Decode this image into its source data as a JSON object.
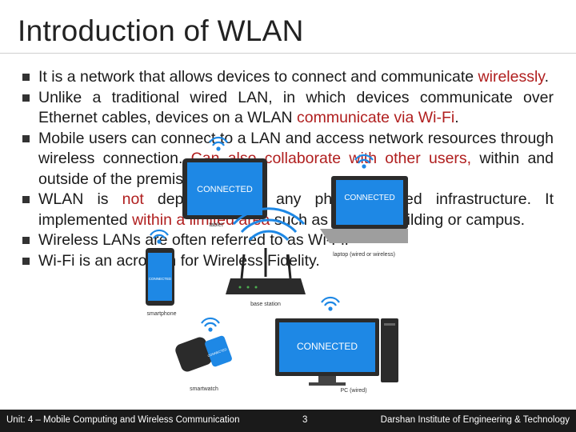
{
  "slide": {
    "title": "Introduction of WLAN"
  },
  "bullets": [
    {
      "parts": [
        "It is a network that allows devices to connect and communicate ",
        "wirelessly",
        "."
      ],
      "hl": [
        1
      ]
    },
    {
      "parts": [
        "Unlike a traditional wired LAN, in which devices communicate over Ethernet cables, devices on a WLAN ",
        "communicate via Wi-Fi",
        "."
      ],
      "hl": [
        1
      ]
    },
    {
      "parts": [
        "Mobile users can connect to a LAN and access network resources through wireless connection. ",
        "Can also collaborate with other users,",
        " within and outside of the premises."
      ],
      "hl": [
        1
      ]
    },
    {
      "parts": [
        "WLAN is ",
        "not",
        " dependent on any physical wired infrastructure. It implemented ",
        "within a limited area",
        " such as within a building or campus."
      ],
      "hl": [
        1,
        3
      ]
    },
    {
      "parts": [
        "Wireless LANs are often referred to as Wi-Fi."
      ],
      "hl": []
    },
    {
      "parts": [
        "Wi-Fi is an acronym for Wireless Fidelity."
      ],
      "hl": []
    }
  ],
  "illustration": {
    "tablet_screen": "CONNECTED",
    "tablet_label": "tablet",
    "laptop_screen": "CONNECTED",
    "laptop_label": "laptop (wired or wireless)",
    "phone_screen": "CONNECTED",
    "phone_label": "smartphone",
    "router_label": "base station",
    "pc_screen": "CONNECTED",
    "pc_label": "PC (wired)",
    "watch_screen": "CONNECTED",
    "watch_label": "smartwatch"
  },
  "footer": {
    "unit": "Unit: 4 – Mobile Computing and Wireless Communication",
    "page": "3",
    "institute": "Darshan Institute of Engineering & Technology"
  },
  "colors": {
    "highlight": "#b01e1e",
    "device_blue": "#1e88e5",
    "footer_bg": "#1a1a1a"
  }
}
